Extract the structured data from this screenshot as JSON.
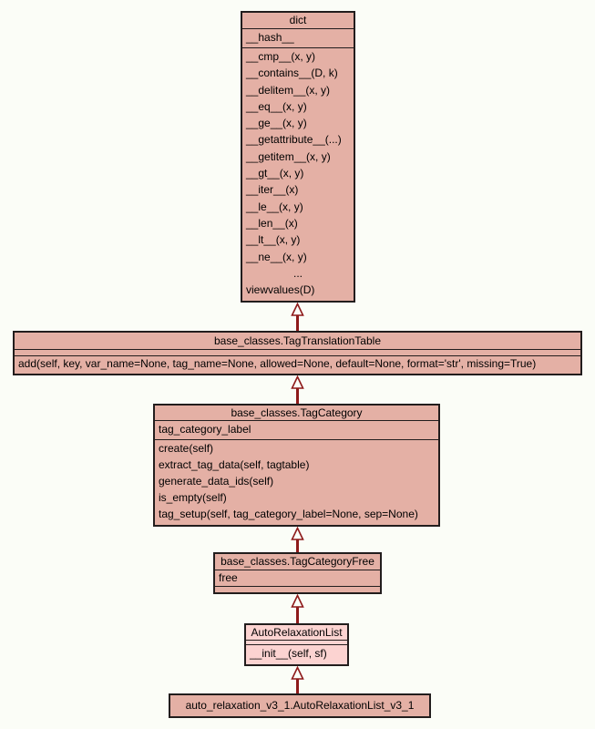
{
  "diagram": {
    "type": "uml-class-inheritance",
    "colors": {
      "background": "#fbfdf7",
      "box_fill": "#e4b0a5",
      "box_fill_highlight": "#fcd3d1",
      "border": "#221d1d",
      "arrow": "#8e1a1a",
      "text": "#000000"
    },
    "classes": [
      {
        "title": "dict",
        "attributes": [
          "__hash__"
        ],
        "methods": [
          "__cmp__(x, y)",
          "__contains__(D, k)",
          "__delitem__(x, y)",
          "__eq__(x, y)",
          "__ge__(x, y)",
          "__getattribute__(...)",
          "__getitem__(x, y)",
          "__gt__(x, y)",
          "__iter__(x)",
          "__le__(x, y)",
          "__len__(x)",
          "__lt__(x, y)",
          "__ne__(x, y)",
          "...",
          "viewvalues(D)"
        ]
      },
      {
        "title": "base_classes.TagTranslationTable",
        "attributes": [],
        "methods": [
          "add(self, key, var_name=None, tag_name=None, allowed=None, default=None, format='str', missing=True)"
        ]
      },
      {
        "title": "base_classes.TagCategory",
        "attributes": [
          "tag_category_label"
        ],
        "methods": [
          "create(self)",
          "extract_tag_data(self, tagtable)",
          "generate_data_ids(self)",
          "is_empty(self)",
          "tag_setup(self, tag_category_label=None, sep=None)"
        ]
      },
      {
        "title": "base_classes.TagCategoryFree",
        "attributes": [
          "free"
        ],
        "methods": []
      },
      {
        "title": "AutoRelaxationList",
        "attributes": [],
        "methods": [
          "__init__(self, sf)"
        ],
        "highlighted": true
      },
      {
        "title": "auto_relaxation_v3_1.AutoRelaxationList_v3_1",
        "attributes": [],
        "methods": []
      }
    ],
    "relations": [
      {
        "from": "base_classes.TagTranslationTable",
        "to": "dict",
        "kind": "inherits"
      },
      {
        "from": "base_classes.TagCategory",
        "to": "base_classes.TagTranslationTable",
        "kind": "inherits"
      },
      {
        "from": "base_classes.TagCategoryFree",
        "to": "base_classes.TagCategory",
        "kind": "inherits"
      },
      {
        "from": "AutoRelaxationList",
        "to": "base_classes.TagCategoryFree",
        "kind": "inherits"
      },
      {
        "from": "auto_relaxation_v3_1.AutoRelaxationList_v3_1",
        "to": "AutoRelaxationList",
        "kind": "inherits"
      }
    ]
  }
}
